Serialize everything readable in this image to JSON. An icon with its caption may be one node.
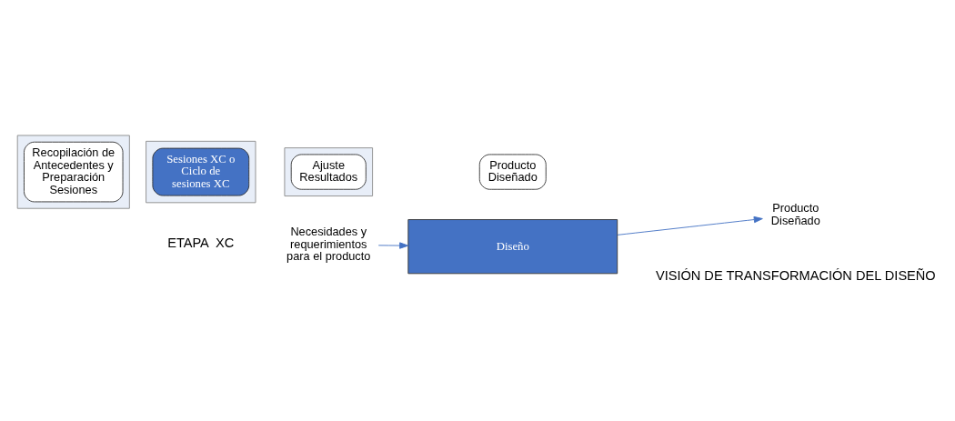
{
  "diagram": {
    "nodes": [
      {
        "text": [],
        "shape": "chevron"
      },
      {
        "text": [
          "Recopilación de Antecedentes y Preparación Sesiones"
        ],
        "in": 0
      },
      {
        "text": [],
        "shape": "chevron"
      },
      {
        "text": [
          "Sesiones XC o Ciclo de sesiones XC"
        ],
        "in": 2
      },
      {
        "text": [],
        "shape": "chevron"
      },
      {
        "text": [
          "Ajuste Resultados"
        ],
        "in": 4
      },
      {
        "text": [
          "Producto Diseñado"
        ]
      },
      {
        "text": [
          "Necesidades y requerimientos para el producto"
        ]
      },
      {
        "text": [
          "Diseño"
        ]
      },
      {
        "text": [
          "Producto Diseñado"
        ]
      }
    ],
    "edges": [
      {
        "from": 7,
        "to": 8,
        "arrow": "to"
      },
      {
        "from": 8,
        "to": 9,
        "arrow": "to"
      }
    ],
    "labels": [
      "ETAPA  XC",
      "VISIÓN DE TRANSFORMACIÓN DEL DISEÑO"
    ]
  }
}
